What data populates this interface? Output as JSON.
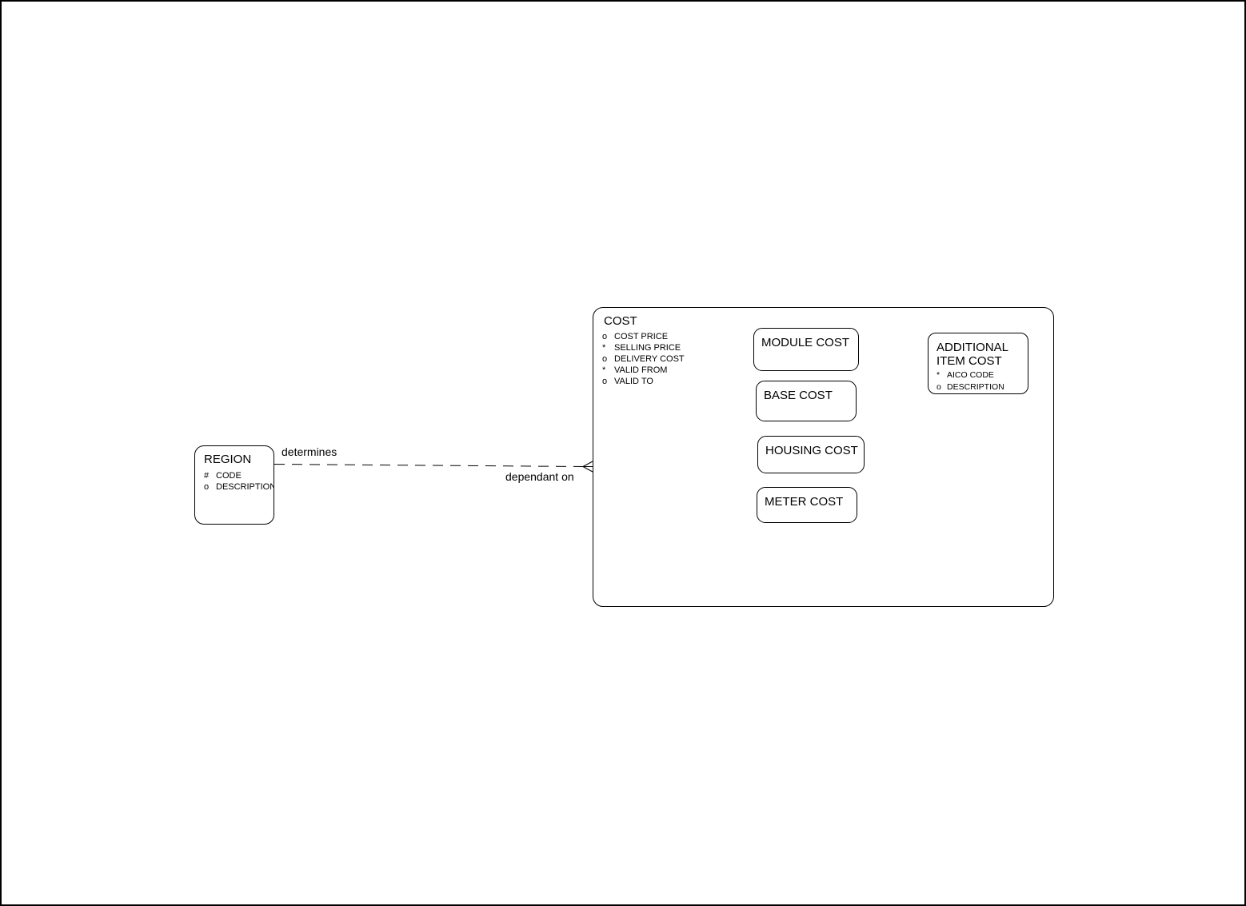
{
  "window": {
    "background": "#ffffff",
    "line_color": "#000000"
  },
  "relationship": {
    "from_label": "determines",
    "to_label": "dependant on",
    "line_style": "dashed",
    "to_cardinality_icon": "crows-foot"
  },
  "entities": {
    "region": {
      "title": "REGION",
      "attributes": [
        {
          "prefix": "#",
          "name": "CODE"
        },
        {
          "prefix": "o",
          "name": "DESCRIPTION"
        }
      ]
    },
    "cost": {
      "title": "COST",
      "attributes": [
        {
          "prefix": "o",
          "name": "COST PRICE"
        },
        {
          "prefix": "*",
          "name": "SELLING PRICE"
        },
        {
          "prefix": "o",
          "name": "DELIVERY COST"
        },
        {
          "prefix": "*",
          "name": "VALID FROM"
        },
        {
          "prefix": "o",
          "name": "VALID TO"
        }
      ],
      "subtypes": [
        {
          "label": "MODULE COST"
        },
        {
          "label": "BASE COST"
        },
        {
          "label": "HOUSING COST"
        },
        {
          "label": "METER COST"
        }
      ]
    },
    "additional_item_cost": {
      "title_line1": "ADDITIONAL",
      "title_line2": "ITEM COST",
      "attributes": [
        {
          "prefix": "*",
          "name": "AICO CODE"
        },
        {
          "prefix": "o",
          "name": "DESCRIPTION"
        }
      ]
    }
  }
}
